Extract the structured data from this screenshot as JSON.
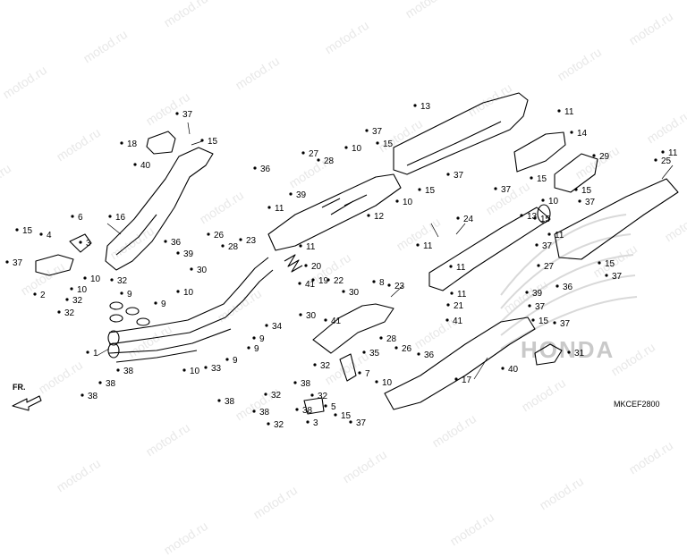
{
  "watermark": "motod.ru",
  "diagram_code": "MKCEF2800",
  "front_label": "FR.",
  "brand": {
    "text": "HONDA",
    "color": "#bdbdbd"
  },
  "callouts": [
    {
      "id": "c-37-a",
      "text": "37"
    },
    {
      "id": "c-15-a",
      "text": "15"
    },
    {
      "id": "c-18",
      "text": "18"
    },
    {
      "id": "c-40-a",
      "text": "40"
    },
    {
      "id": "c-16",
      "text": "16"
    },
    {
      "id": "c-6",
      "text": "6"
    },
    {
      "id": "c-4",
      "text": "4"
    },
    {
      "id": "c-15-b",
      "text": "15"
    },
    {
      "id": "c-37-b",
      "text": "37"
    },
    {
      "id": "c-3-a",
      "text": "3"
    },
    {
      "id": "c-2",
      "text": "2"
    },
    {
      "id": "c-10-a",
      "text": "10"
    },
    {
      "id": "c-10-b",
      "text": "10"
    },
    {
      "id": "c-32-a",
      "text": "32"
    },
    {
      "id": "c-32-b",
      "text": "32"
    },
    {
      "id": "c-32-c",
      "text": "32"
    },
    {
      "id": "c-9-a",
      "text": "9"
    },
    {
      "id": "c-9-b",
      "text": "9"
    },
    {
      "id": "c-1",
      "text": "1"
    },
    {
      "id": "c-38-a",
      "text": "38"
    },
    {
      "id": "c-38-b",
      "text": "38"
    },
    {
      "id": "c-38-c",
      "text": "38"
    },
    {
      "id": "c-13",
      "text": "13"
    },
    {
      "id": "c-37-c",
      "text": "37"
    },
    {
      "id": "c-15-c",
      "text": "15"
    },
    {
      "id": "c-27-a",
      "text": "27"
    },
    {
      "id": "c-10-c",
      "text": "10"
    },
    {
      "id": "c-36-a",
      "text": "36"
    },
    {
      "id": "c-28-a",
      "text": "28"
    },
    {
      "id": "c-39-a",
      "text": "39"
    },
    {
      "id": "c-15-d",
      "text": "15"
    },
    {
      "id": "c-37-d",
      "text": "37"
    },
    {
      "id": "c-10-d",
      "text": "10"
    },
    {
      "id": "c-11-a",
      "text": "11"
    },
    {
      "id": "c-11-b",
      "text": "11"
    },
    {
      "id": "c-12",
      "text": "12"
    },
    {
      "id": "c-23-a",
      "text": "23"
    },
    {
      "id": "c-36-b",
      "text": "36"
    },
    {
      "id": "c-26-a",
      "text": "26"
    },
    {
      "id": "c-39-b",
      "text": "39"
    },
    {
      "id": "c-28-b",
      "text": "28"
    },
    {
      "id": "c-30-a",
      "text": "30"
    },
    {
      "id": "c-20",
      "text": "20"
    },
    {
      "id": "c-41-a",
      "text": "41"
    },
    {
      "id": "c-10-e",
      "text": "10"
    },
    {
      "id": "c-19",
      "text": "19"
    },
    {
      "id": "c-22",
      "text": "22"
    },
    {
      "id": "c-30-b",
      "text": "30"
    },
    {
      "id": "c-30-c",
      "text": "30"
    },
    {
      "id": "c-41-b",
      "text": "41"
    },
    {
      "id": "c-34",
      "text": "34"
    },
    {
      "id": "c-10-f",
      "text": "10"
    },
    {
      "id": "c-33",
      "text": "33"
    },
    {
      "id": "c-9-c",
      "text": "9"
    },
    {
      "id": "c-9-d",
      "text": "9"
    },
    {
      "id": "c-9-e",
      "text": "9"
    },
    {
      "id": "c-38-d",
      "text": "38"
    },
    {
      "id": "c-32-d",
      "text": "32"
    },
    {
      "id": "c-38-e",
      "text": "38"
    },
    {
      "id": "c-8",
      "text": "8"
    },
    {
      "id": "c-23-b",
      "text": "23"
    },
    {
      "id": "c-11-c",
      "text": "11"
    },
    {
      "id": "c-24",
      "text": "24"
    },
    {
      "id": "c-11-d",
      "text": "11"
    },
    {
      "id": "c-11-e",
      "text": "11"
    },
    {
      "id": "c-21",
      "text": "21"
    },
    {
      "id": "c-41-c",
      "text": "41"
    },
    {
      "id": "c-28-c",
      "text": "28"
    },
    {
      "id": "c-26-b",
      "text": "26"
    },
    {
      "id": "c-35",
      "text": "35"
    },
    {
      "id": "c-36-c",
      "text": "36"
    },
    {
      "id": "c-32-e",
      "text": "32"
    },
    {
      "id": "c-7",
      "text": "7"
    },
    {
      "id": "c-38-f",
      "text": "38"
    },
    {
      "id": "c-32-f",
      "text": "32"
    },
    {
      "id": "c-5",
      "text": "5"
    },
    {
      "id": "c-38-g",
      "text": "38"
    },
    {
      "id": "c-32-g",
      "text": "32"
    },
    {
      "id": "c-3-b",
      "text": "3"
    },
    {
      "id": "c-15-e",
      "text": "15"
    },
    {
      "id": "c-37-e",
      "text": "37"
    },
    {
      "id": "c-10-g",
      "text": "10"
    },
    {
      "id": "c-17",
      "text": "17"
    },
    {
      "id": "c-11-f",
      "text": "11"
    },
    {
      "id": "c-14",
      "text": "14"
    },
    {
      "id": "c-29",
      "text": "29"
    },
    {
      "id": "c-37-f",
      "text": "37"
    },
    {
      "id": "c-15-f",
      "text": "15"
    },
    {
      "id": "c-10-h",
      "text": "10"
    },
    {
      "id": "c-15-g",
      "text": "15"
    },
    {
      "id": "c-37-g",
      "text": "37"
    },
    {
      "id": "c-13-b",
      "text": "13"
    },
    {
      "id": "c-11-g",
      "text": "11"
    },
    {
      "id": "c-25",
      "text": "25"
    },
    {
      "id": "c-15-h",
      "text": "15"
    },
    {
      "id": "c-37-h",
      "text": "37"
    },
    {
      "id": "c-27-b",
      "text": "27"
    },
    {
      "id": "c-39-c",
      "text": "39"
    },
    {
      "id": "c-36-d",
      "text": "36"
    },
    {
      "id": "c-15-i",
      "text": "15"
    },
    {
      "id": "c-37-i",
      "text": "37"
    },
    {
      "id": "c-15-j",
      "text": "15"
    },
    {
      "id": "c-37-j",
      "text": "37"
    },
    {
      "id": "c-40-b",
      "text": "40"
    },
    {
      "id": "c-31",
      "text": "31"
    },
    {
      "id": "c-11-h",
      "text": "11"
    },
    {
      "id": "c-37-k",
      "text": "37"
    }
  ]
}
